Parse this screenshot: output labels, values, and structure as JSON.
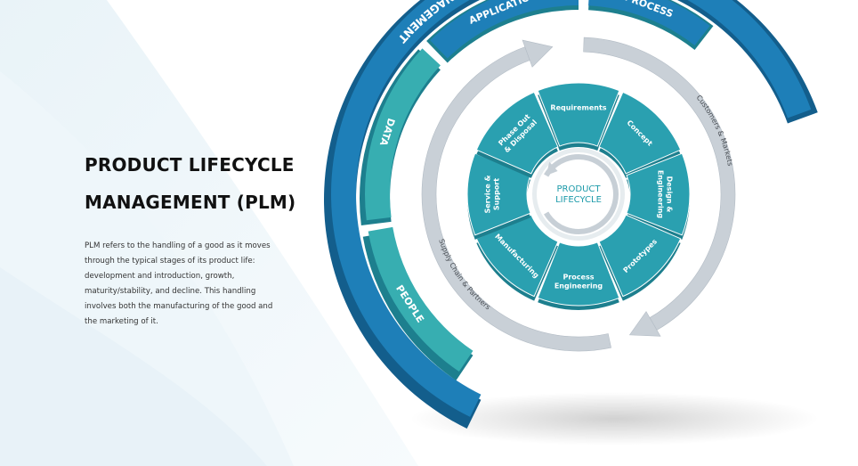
{
  "heading": {
    "line1": "PRODUCT LIFECYCLE",
    "line2": "MANAGEMENT (PLM)"
  },
  "description": "PLM refers to the handling of a good as it moves through the typical stages of its product life: development and introduction, growth, maturity/stability, and decline. This handling involves both the manufacturing of the good and the marketing of it.",
  "diagram": {
    "center_label": [
      "PRODUCT",
      "LIFECYCLE"
    ],
    "stages": [
      {
        "name": "Requirements",
        "lines": [
          "Requirements"
        ]
      },
      {
        "name": "Concept",
        "lines": [
          "Concept"
        ]
      },
      {
        "name": "Design & Engineering",
        "lines": [
          "Design &",
          "Engineering"
        ]
      },
      {
        "name": "Prototypes",
        "lines": [
          "Prototypes"
        ]
      },
      {
        "name": "Process Engineering",
        "lines": [
          "Process",
          "Engineering"
        ]
      },
      {
        "name": "Manufacturing",
        "lines": [
          "Manufacturing"
        ]
      },
      {
        "name": "Service & Support",
        "lines": [
          "Service &",
          "Support"
        ]
      },
      {
        "name": "Phase Out & Disposal",
        "lines": [
          "Phase Out",
          "& Disposal"
        ]
      }
    ],
    "outer_ring_labels": {
      "right": "Customers & Markets",
      "left": "Supply Chain & Partners"
    },
    "pillars": [
      {
        "name": "People",
        "label": "PEOPLE"
      },
      {
        "name": "Data",
        "label": "DATA"
      },
      {
        "name": "Application",
        "label": "APPLICATION"
      },
      {
        "name": "Process",
        "label": "PROCESS"
      }
    ],
    "base_label": "PRODUCT LIFECYCLE MANAGEMENT"
  },
  "colors": {
    "teal": "#2aa0b0",
    "teal_dark": "#1d7f8e",
    "light_teal": "#37aeb1",
    "blue": "#1e7fb8",
    "blue_dark": "#135e8c",
    "gray_ring": "#c9d0d7",
    "center_text": "#1b9aa9"
  }
}
